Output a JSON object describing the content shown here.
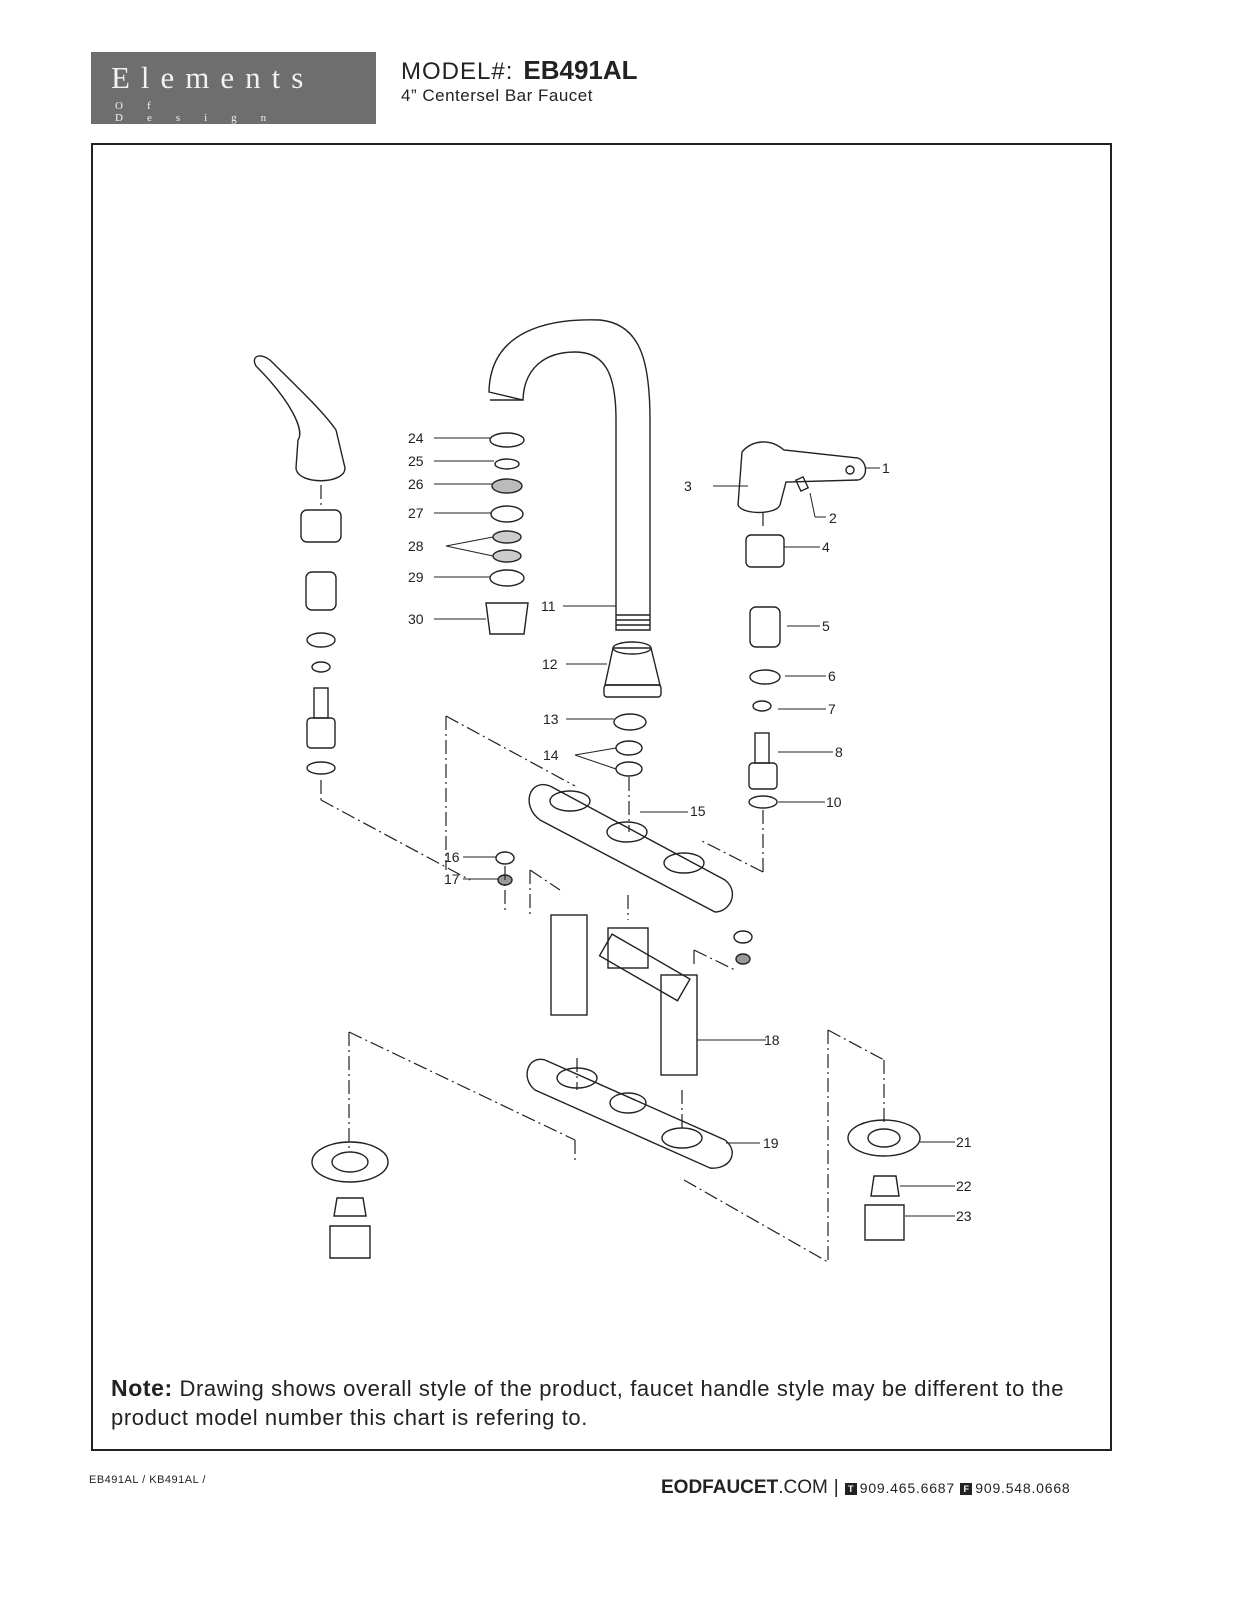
{
  "header": {
    "logo_main": "Elements",
    "logo_sub": "Of Design",
    "model_label": "MODEL#:",
    "model_number": "EB491AL",
    "subtitle": "4” Centersel Bar Faucet"
  },
  "diagram": {
    "callouts": [
      "1",
      "2",
      "3",
      "4",
      "5",
      "6",
      "7",
      "8",
      "10",
      "11",
      "12",
      "13",
      "14",
      "15",
      "16",
      "17",
      "18",
      "19",
      "21",
      "22",
      "23",
      "24",
      "25",
      "26",
      "27",
      "28",
      "29",
      "30"
    ]
  },
  "note": {
    "label": "Note:",
    "text": "Drawing shows overall style of the product, faucet handle style may be different to the product model number this chart is refering to."
  },
  "footer": {
    "codes": "EB491AL / KB491AL /",
    "site_bold": "EODFAUCET",
    "site_rest": ".COM",
    "sep": "|",
    "phone_icon": "T",
    "phone": "909.465.6687",
    "fax_icon": "F",
    "fax": "909.548.0668"
  }
}
